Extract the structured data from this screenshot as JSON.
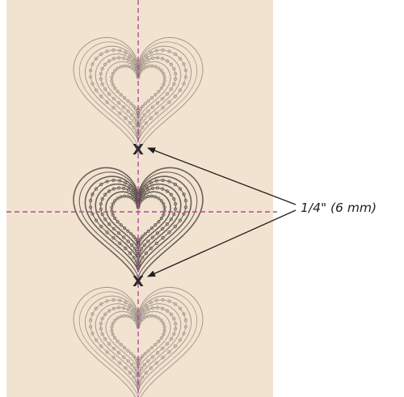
{
  "colors": {
    "fabric": "#f2e3d0",
    "guide_line": "#b04a9a",
    "stitch_outline": "#8a7f76",
    "stitch_bead": "#9b8f86",
    "dense_stitch": "#5a514b",
    "marker": "#2b2b2b",
    "arrow": "#1e1e1e"
  },
  "annotation": {
    "label": "1/4\" (6 mm)"
  },
  "markers": [
    {
      "name": "placement-mark-upper",
      "symbol": "X"
    },
    {
      "name": "placement-mark-lower",
      "symbol": "X"
    }
  ],
  "motifs": [
    {
      "name": "heart-motif-top",
      "style": "light"
    },
    {
      "name": "heart-motif-middle",
      "style": "dense"
    },
    {
      "name": "heart-motif-bottom",
      "style": "light"
    }
  ]
}
